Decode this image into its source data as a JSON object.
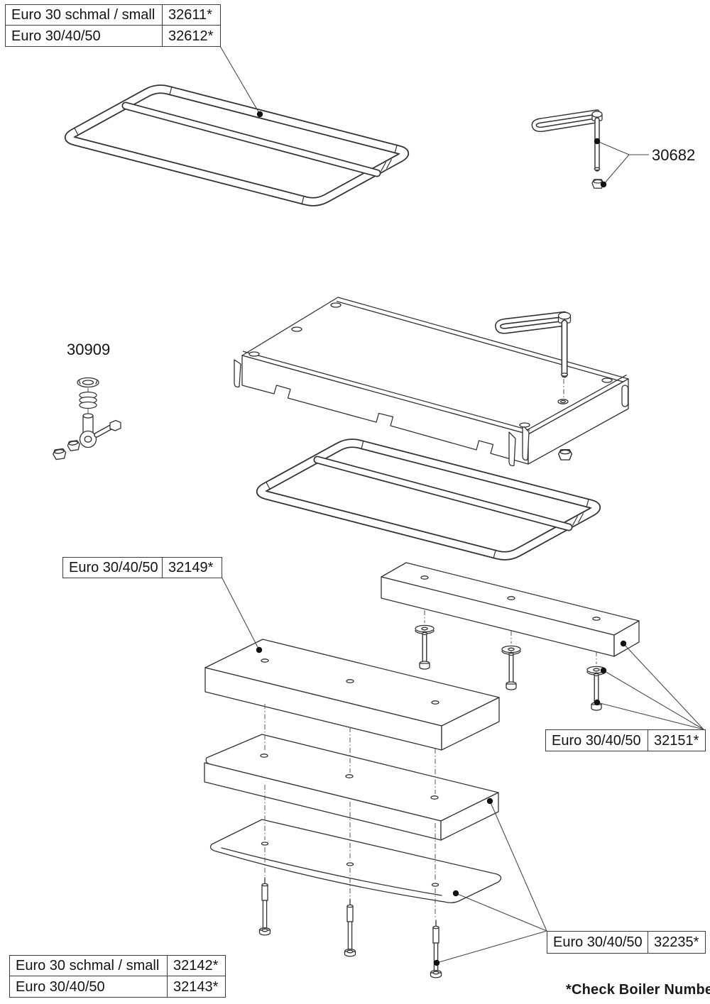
{
  "colors": {
    "line": "#333333",
    "text": "#141414",
    "background": "#ffffff"
  },
  "tables": {
    "top_left": {
      "rows": [
        {
          "model": "Euro 30 schmal / small",
          "part": "32611*"
        },
        {
          "model": "Euro 30/40/50",
          "part": "32612*"
        }
      ]
    },
    "mid_32149": {
      "rows": [
        {
          "model": "Euro 30/40/50",
          "part": "32149*"
        }
      ]
    },
    "right_32151": {
      "rows": [
        {
          "model": "Euro 30/40/50",
          "part": "32151*"
        }
      ]
    },
    "right_32235": {
      "rows": [
        {
          "model": "Euro 30/40/50",
          "part": "32235*"
        }
      ]
    },
    "bottom_left": {
      "rows": [
        {
          "model": "Euro 30 schmal / small",
          "part": "32142*"
        },
        {
          "model": "Euro 30/40/50",
          "part": "32143*"
        }
      ]
    }
  },
  "part_labels": {
    "carry_handle": "30682",
    "valve_assembly": "30909"
  },
  "footnote": "*Check Boiler Number"
}
